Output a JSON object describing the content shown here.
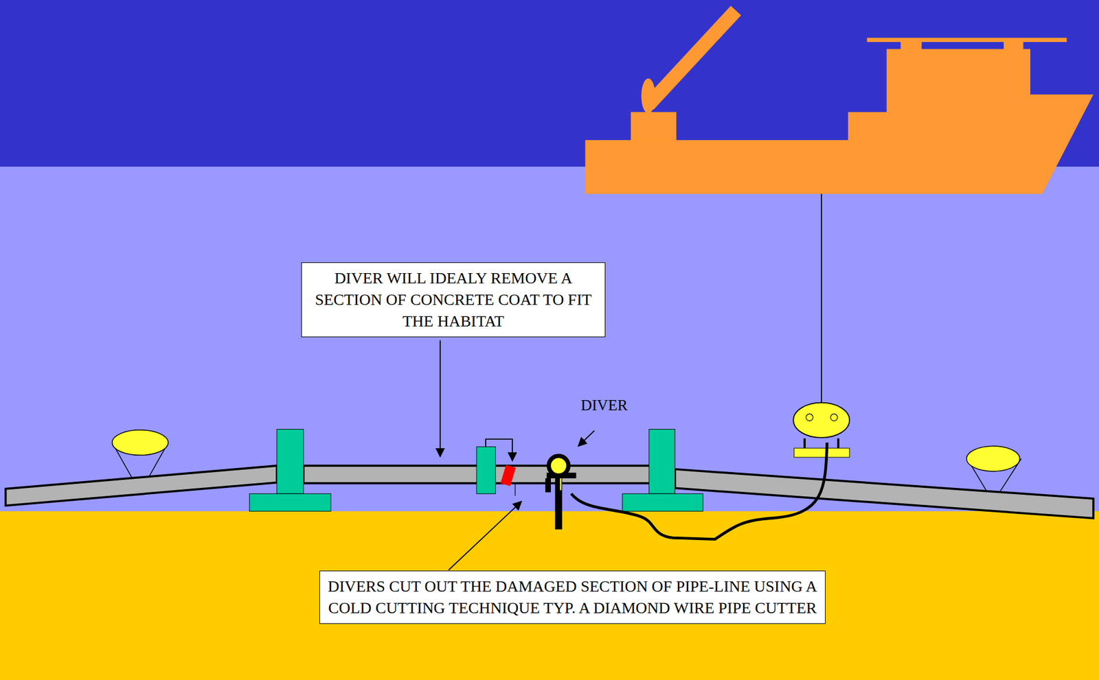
{
  "diagram": {
    "nodes": [
      {
        "text": [
          "DIVER WILL IDEALY REMOVE A SECTION OF CONCRETE COAT TO FIT THE HABITAT"
        ]
      },
      {
        "text": [
          "DIVERS CUT OUT THE DAMAGED SECTION OF PIPE-LINE USING A COLD CUTTING TECHNIQUE TYP. A DIAMOND WIRE PIPE CUTTER"
        ]
      }
    ],
    "edges": [],
    "labels": [
      "DIVER"
    ]
  }
}
